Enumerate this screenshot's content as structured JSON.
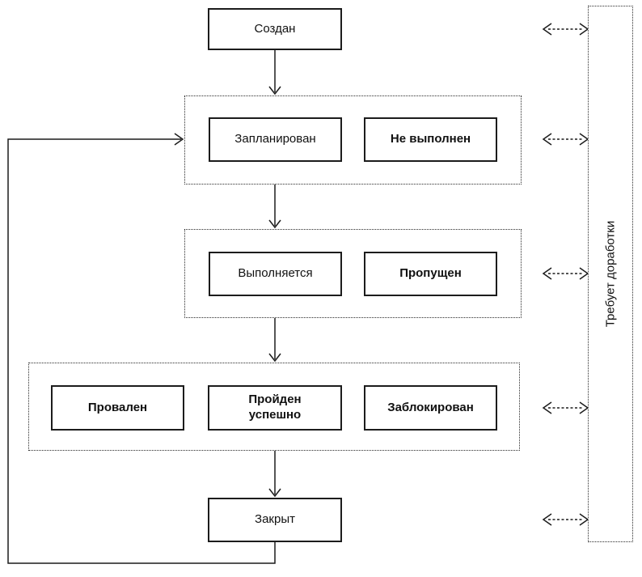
{
  "diagram": {
    "type": "state-flowchart",
    "colors": {
      "stroke": "#000000",
      "background": "#ffffff"
    },
    "nodes": {
      "created": {
        "label": "Создан",
        "emphasis": "normal"
      },
      "scheduled": {
        "label": "Запланирован",
        "emphasis": "normal"
      },
      "not_executed": {
        "label": "Не выполнен",
        "emphasis": "bold"
      },
      "executing": {
        "label": "Выполняется",
        "emphasis": "normal"
      },
      "skipped": {
        "label": "Пропущен",
        "emphasis": "bold"
      },
      "failed": {
        "label": "Провален",
        "emphasis": "bold"
      },
      "passed": {
        "label": "Пройден успешно",
        "emphasis": "bold"
      },
      "blocked": {
        "label": "Заблокирован",
        "emphasis": "bold"
      },
      "closed": {
        "label": "Закрыт",
        "emphasis": "normal"
      },
      "rework": {
        "label": "Требует доработки",
        "emphasis": "normal"
      }
    },
    "groups": [
      {
        "name": "group-scheduled",
        "members": [
          "scheduled",
          "not_executed"
        ]
      },
      {
        "name": "group-executing",
        "members": [
          "executing",
          "skipped"
        ]
      },
      {
        "name": "group-result",
        "members": [
          "failed",
          "passed",
          "blocked"
        ]
      },
      {
        "name": "group-rework",
        "members": [
          "rework"
        ]
      }
    ],
    "edges": [
      {
        "from": "created",
        "to": "group-scheduled",
        "style": "solid-arrow"
      },
      {
        "from": "group-scheduled",
        "to": "group-executing",
        "style": "solid-arrow"
      },
      {
        "from": "group-executing",
        "to": "group-result",
        "style": "solid-arrow"
      },
      {
        "from": "group-result",
        "to": "closed",
        "style": "solid-arrow"
      },
      {
        "from": "closed",
        "to": "group-scheduled",
        "style": "solid-arrow-loop"
      },
      {
        "from": "created",
        "to": "group-rework",
        "style": "dashed-double-arrow"
      },
      {
        "from": "group-scheduled",
        "to": "group-rework",
        "style": "dashed-double-arrow"
      },
      {
        "from": "group-executing",
        "to": "group-rework",
        "style": "dashed-double-arrow"
      },
      {
        "from": "group-result",
        "to": "group-rework",
        "style": "dashed-double-arrow"
      },
      {
        "from": "closed",
        "to": "group-rework",
        "style": "dashed-double-arrow"
      }
    ]
  }
}
